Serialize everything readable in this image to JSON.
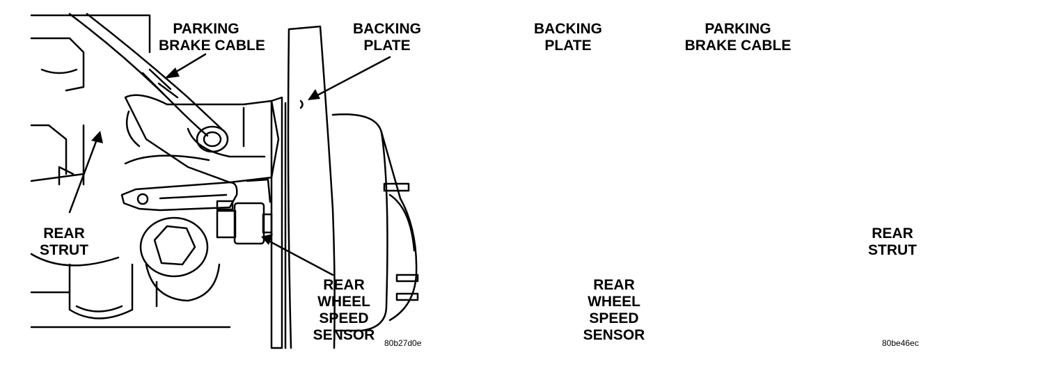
{
  "colors": {
    "ink": "#000000",
    "paper": "#ffffff"
  },
  "left": {
    "parking_brake_cable": [
      "PARKING",
      "BRAKE CABLE"
    ],
    "backing_plate": [
      "BACKING",
      "PLATE"
    ],
    "rear_strut": [
      "REAR",
      "STRUT"
    ],
    "speed_sensor": [
      "REAR",
      "WHEEL",
      "SPEED",
      "SENSOR"
    ],
    "figure_code": "80b27d0e"
  },
  "right": {
    "backing_plate": [
      "BACKING",
      "PLATE"
    ],
    "parking_brake_cable": [
      "PARKING",
      "BRAKE CABLE"
    ],
    "rear_strut": [
      "REAR",
      "STRUT"
    ],
    "speed_sensor": [
      "REAR",
      "WHEEL",
      "SPEED",
      "SENSOR"
    ],
    "figure_code": "80be46ec"
  }
}
